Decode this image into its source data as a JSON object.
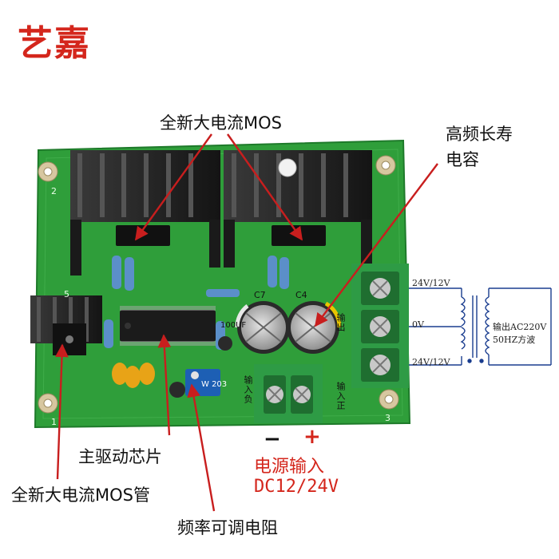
{
  "brand": "艺嘉",
  "callouts": {
    "mos_top": "全新大电流MOS",
    "capacitor_line1": "高频长寿",
    "capacitor_line2": "电容",
    "driver_chip": "主驱动芯片",
    "mos_bottom": "全新大电流MOS管",
    "pot": "频率可调电阻"
  },
  "power_input": {
    "minus": "−",
    "plus": "+",
    "label": "电源输入",
    "voltage": "DC12/24V"
  },
  "transformer": {
    "primary_top": "24V/12V",
    "primary_mid": "0V",
    "primary_bottom": "24V/12V",
    "output_line1": "输出AC220V",
    "output_line2": "50HZ方波"
  },
  "pcb": {
    "cap_c7": "C7",
    "cap_c4": "C4",
    "cap_value": "100UF",
    "pot_marking": "W 203",
    "input_neg": "输入负",
    "input_pos": "输入正",
    "output_label": "输出",
    "corner_1": "1",
    "corner_2": "2",
    "corner_3": "3",
    "corner_5": "5"
  },
  "colors": {
    "brand_red": "#d4261c",
    "pcb_green": "#2f9e3a",
    "terminal_green": "#2e9b45",
    "heatsink": "#1f1f1f"
  }
}
